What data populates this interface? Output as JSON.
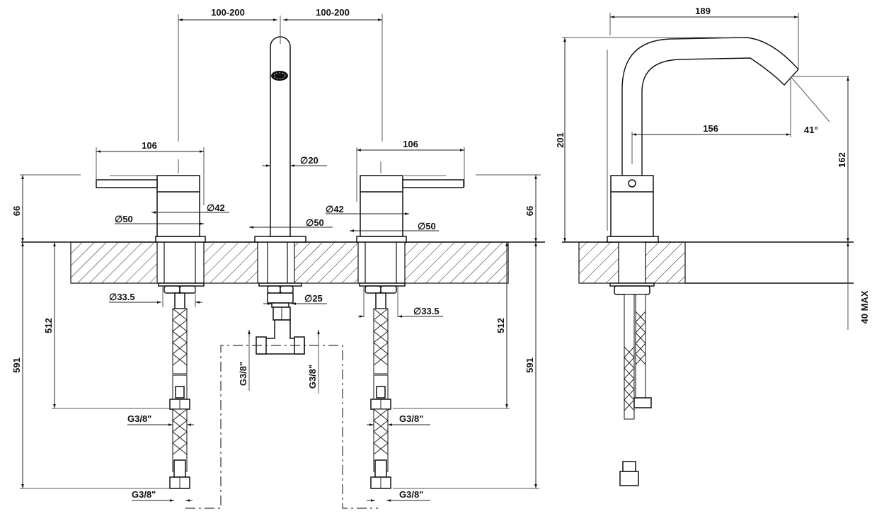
{
  "drawing": {
    "title": "Three-hole basin mixer technical drawing",
    "front_view": {
      "spacing_left": "100-200",
      "spacing_right": "100-200",
      "handle_width_left": "106",
      "handle_width_right": "106",
      "spout_diameter": "∅20",
      "handle_diameter_left": "∅42",
      "handle_diameter_right": "∅42",
      "flange_left": "∅50",
      "flange_center": "∅50",
      "flange_right": "∅50",
      "shank_left": "∅33.5",
      "shank_center": "∅25",
      "shank_right": "∅33.5",
      "height_left": "66",
      "height_right": "66",
      "hose_len_left": "512",
      "hose_len_right": "512",
      "total_left": "591",
      "total_right": "591",
      "thread_tee_left": "G3/8\"",
      "thread_tee_right": "G3/8\"",
      "thread_hose_left_mid": "G3/8\"",
      "thread_hose_left_end": "G3/8\"",
      "thread_hose_right_mid": "G3/8\"",
      "thread_hose_right_end": "G3/8\""
    },
    "side_view": {
      "reach_total": "189",
      "reach_outlet": "156",
      "spout_angle": "41°",
      "height_total": "201",
      "outlet_height": "162",
      "deck_thickness": "40 MAX"
    }
  }
}
